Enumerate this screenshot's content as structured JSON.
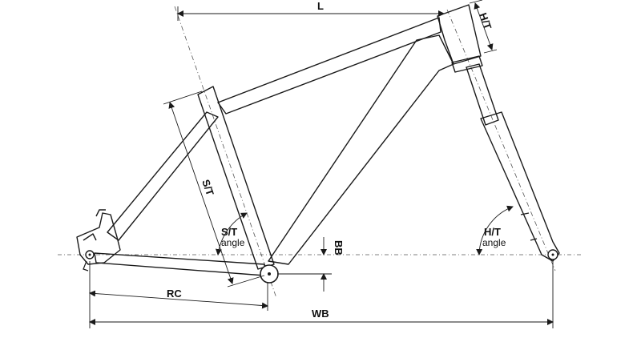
{
  "colors": {
    "line": "#1a1a1a",
    "background": "#ffffff",
    "dash": "#555555"
  },
  "labels": {
    "reach_length": "L",
    "head_tube_length": "H/T",
    "seat_tube_length": "S/T",
    "seat_tube_angle_line1": "S/T",
    "seat_tube_angle_line2": "angle",
    "head_tube_angle_line1": "H/T",
    "head_tube_angle_line2": "angle",
    "bottom_bracket_drop": "BB",
    "rear_center": "RC",
    "wheelbase": "WB"
  }
}
